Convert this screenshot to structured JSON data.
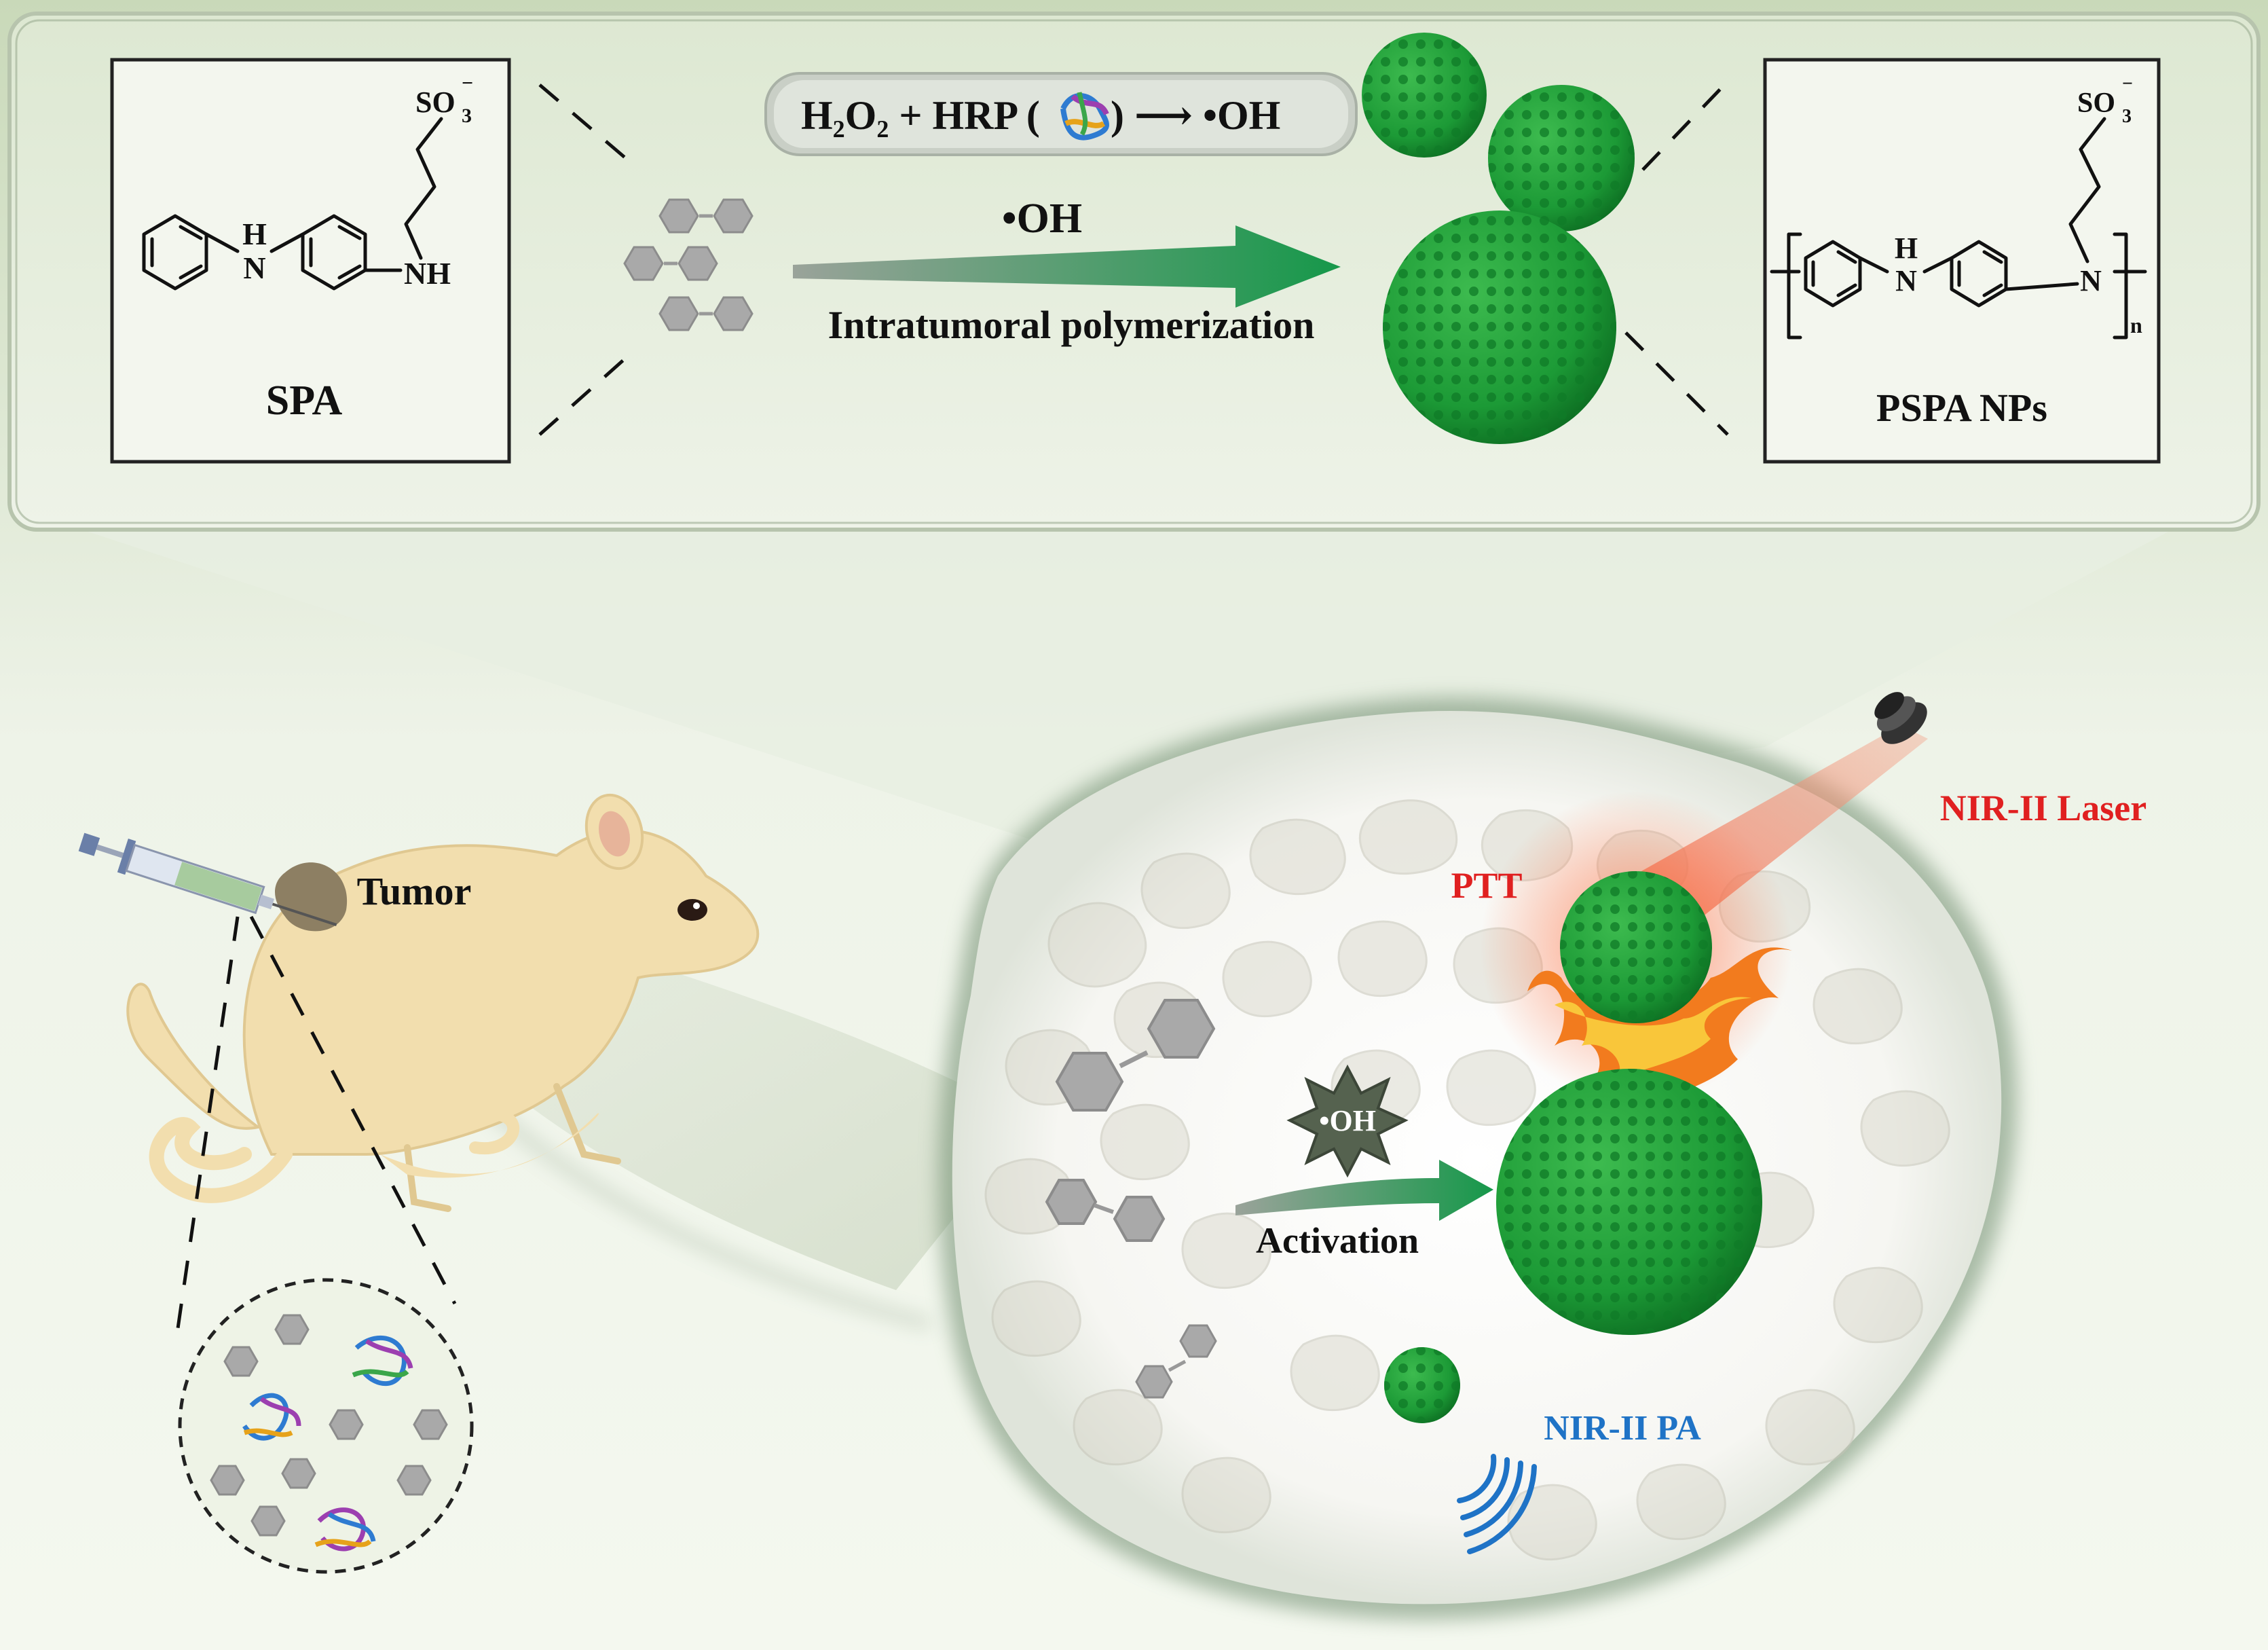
{
  "top_panel": {
    "reaction_equation": "H₂O₂ + HRP (",
    "reaction_product": ") ⟶ •OH",
    "arrow_reagent": "•OH",
    "arrow_process": "Intratumoral polymerization",
    "monomer_box": {
      "name": "SPA",
      "sulfonate": "SO",
      "sulfonate_sub": "3",
      "sulfonate_sup": "−",
      "amine_h": "H",
      "amine_n": "N",
      "terminal_amine": "NH"
    },
    "polymer_box": {
      "name": "PSPA NPs",
      "sulfonate": "SO",
      "sulfonate_sub": "3",
      "sulfonate_sup": "−",
      "amine_h": "H",
      "amine_n": "N",
      "chain_n": "N",
      "repeat_index": "n"
    }
  },
  "bottom_panel": {
    "tumor_label": "Tumor",
    "laser_label": "NIR-II Laser",
    "ptt_label": "PTT",
    "radical_label": "•OH",
    "activation_label": "Activation",
    "pa_label": "NIR-II PA"
  },
  "colors": {
    "nanoparticle_green": "#1e9a3a",
    "laser_red": "#e02020",
    "pa_blue": "#1f73c6",
    "mouse_fill": "#f2deae",
    "panel_bg": "#e9efe2",
    "monomer_gray": "#a9a9a9"
  },
  "icons": [
    "syringe-icon",
    "mouse-icon",
    "laser-emitter-icon",
    "flame-icon",
    "hrp-enzyme-icon",
    "soundwave-icon"
  ]
}
